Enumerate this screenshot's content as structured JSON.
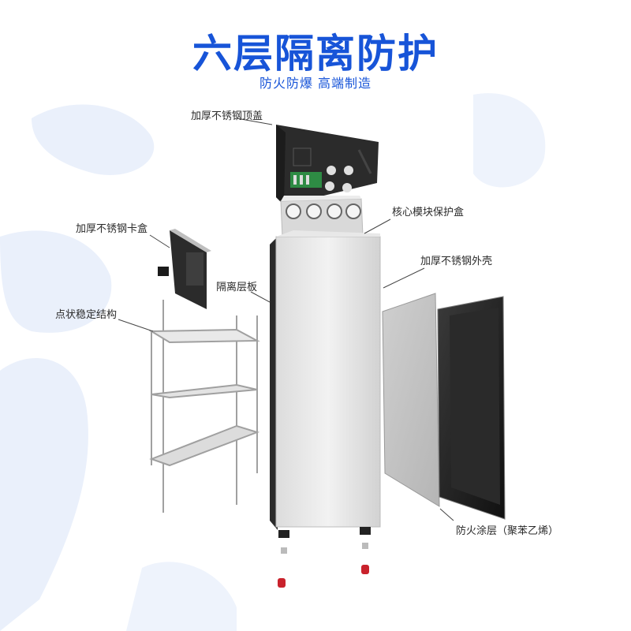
{
  "header": {
    "title": "六层隔离防护",
    "subtitle": "防火防爆  高端制造"
  },
  "callouts": {
    "top_cover": "加厚不锈钢顶盖",
    "core_box": "核心模块保护盒",
    "card_box": "加厚不锈钢卡盒",
    "outer_shell": "加厚不锈钢外壳",
    "divider": "隔离层板",
    "frame": "点状稳定结构",
    "coating": "防火涂层（聚苯乙烯）"
  },
  "colors": {
    "accent": "#1754d8",
    "watermark": "#eaf0fb"
  }
}
